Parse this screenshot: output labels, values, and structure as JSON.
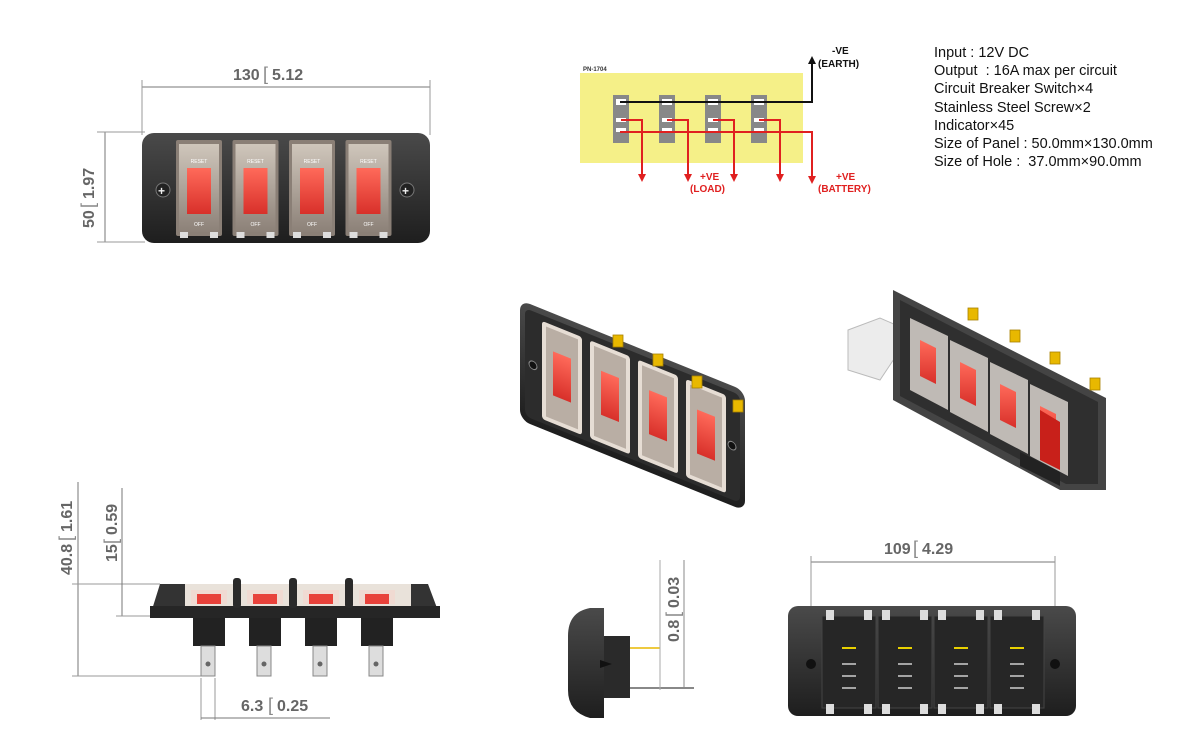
{
  "specs": [
    "Input : 12V  DC",
    "Output  : 16A  max per circuit",
    "Circuit Breaker Switch×4",
    "Stainless Steel Screw×2",
    "Indicator×45",
    "Size of Panel : 50.0mm×130.0mm",
    "Size of Hole :  37.0mm×90.0mm"
  ],
  "front_view": {
    "width_dim": "130",
    "width_dim_in": "5.12",
    "height_dim": "50",
    "height_dim_in": "1.97",
    "switch_top_label": "RESET",
    "switch_bottom_label": "OFF"
  },
  "wiring": {
    "model": "PN-1704",
    "earth_label": "-VE",
    "earth_sub": "(EARTH)",
    "load_label": "+VE",
    "load_sub": "(LOAD)",
    "battery_label": "+VE",
    "battery_sub": "(BATTERY)"
  },
  "side_view": {
    "total_height_dim": "40.8",
    "total_height_dim_in": "1.61",
    "panel_height_dim": "15",
    "panel_height_dim_in": "0.59",
    "terminal_width_dim": "6.3",
    "terminal_width_dim_in": "0.25"
  },
  "profile_view": {
    "thickness_dim": "0.8",
    "thickness_dim_in": "0.03"
  },
  "back_view": {
    "hole_spacing_dim": "109",
    "hole_spacing_dim_in": "4.29"
  },
  "colors": {
    "housing": "#3a3a3a",
    "switch_red": "#e8413a",
    "wire_red": "#e02020",
    "wiring_bg": "#f5f088",
    "terminal_gold": "#e8b800"
  }
}
